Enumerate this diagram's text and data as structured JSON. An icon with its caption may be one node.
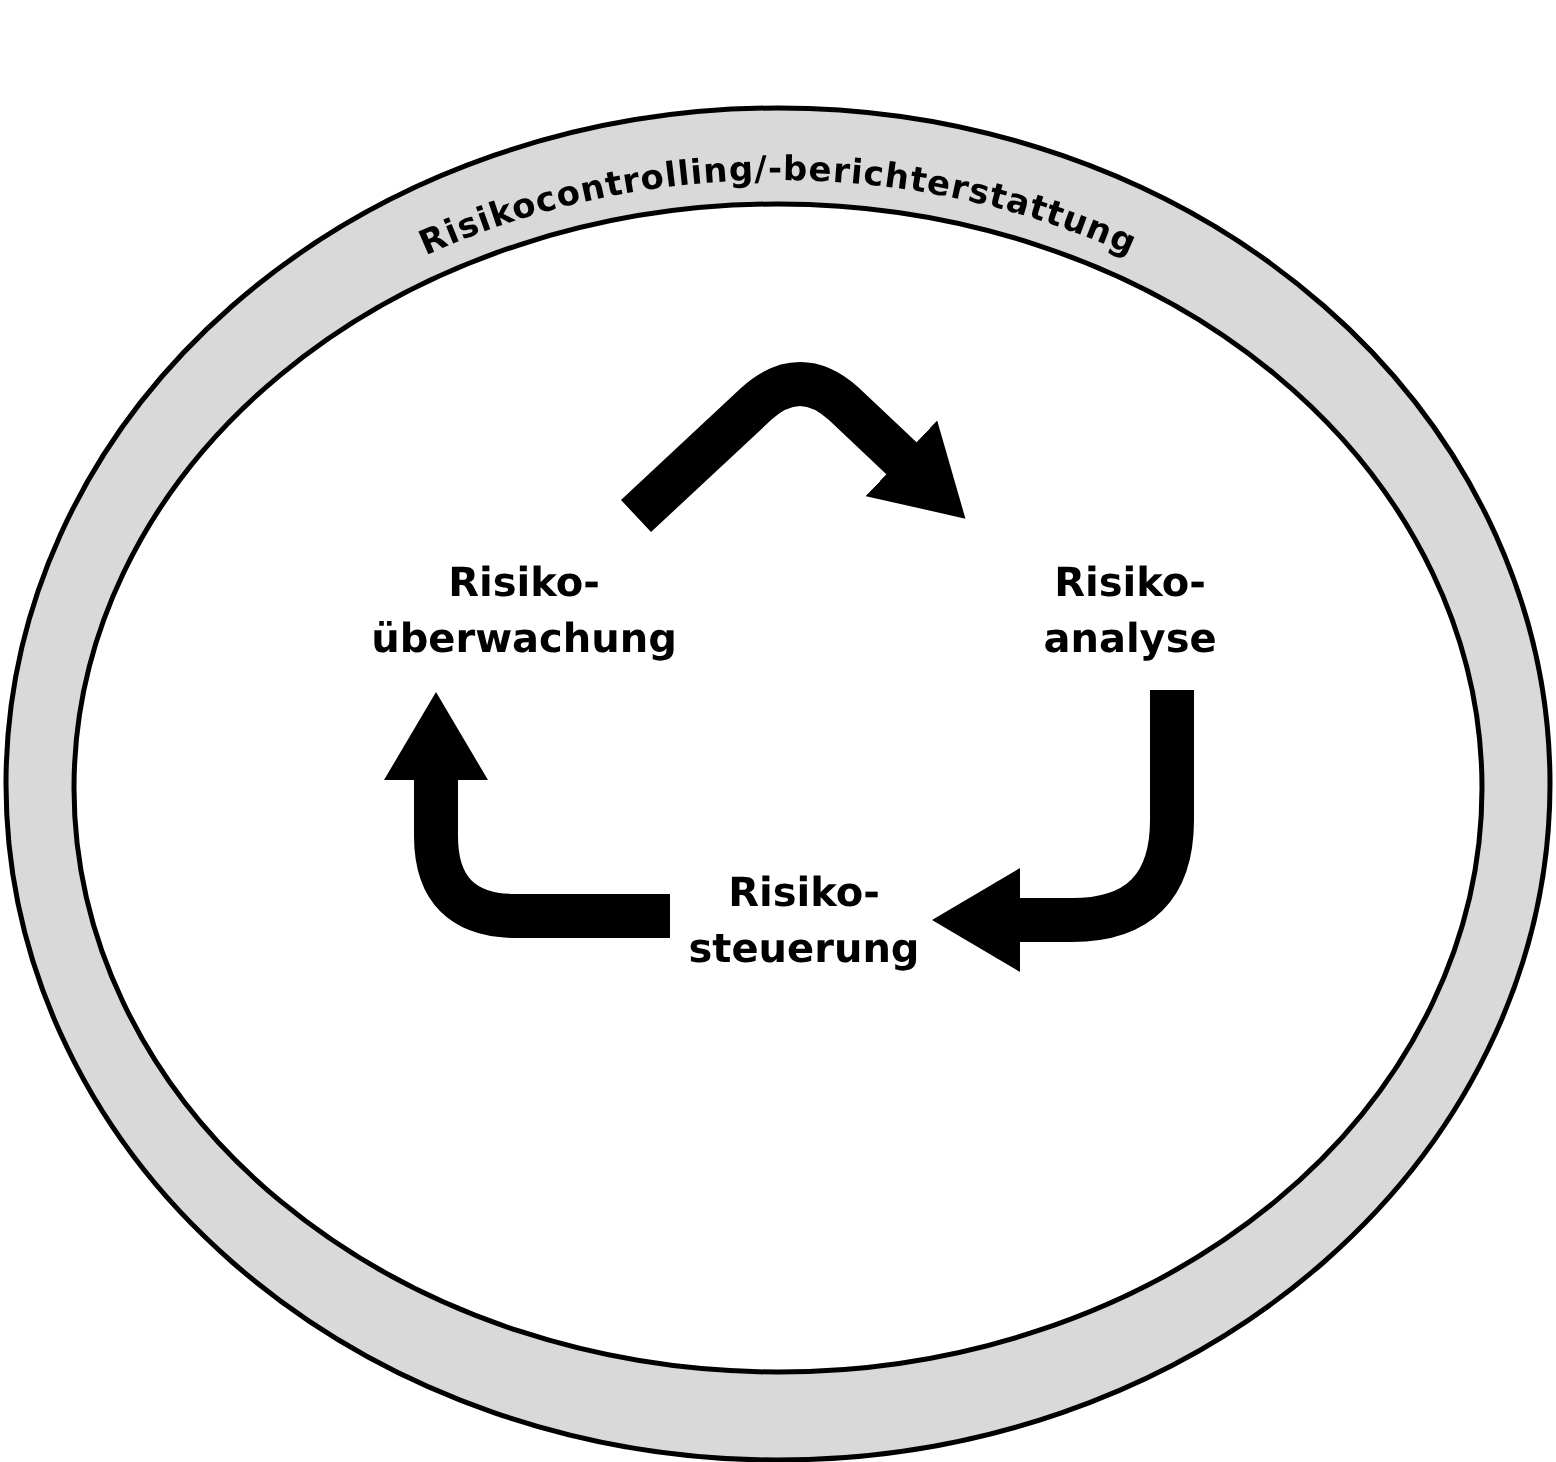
{
  "diagram": {
    "nodes": [
      {
        "text": [
          "Risikocontrolling/-berichterstattung"
        ]
      },
      {
        "text": [
          "Risiko- überwachung"
        ],
        "in": 0
      },
      {
        "text": [
          "Risiko- analyse"
        ],
        "in": 0
      },
      {
        "text": [
          "Risiko- steuerung"
        ],
        "in": 0
      }
    ],
    "edges": [
      {
        "from": 1,
        "to": 2,
        "arrow": "to"
      },
      {
        "from": 2,
        "to": 3,
        "arrow": "to"
      },
      {
        "from": 3,
        "to": 1,
        "arrow": "to"
      }
    ]
  }
}
